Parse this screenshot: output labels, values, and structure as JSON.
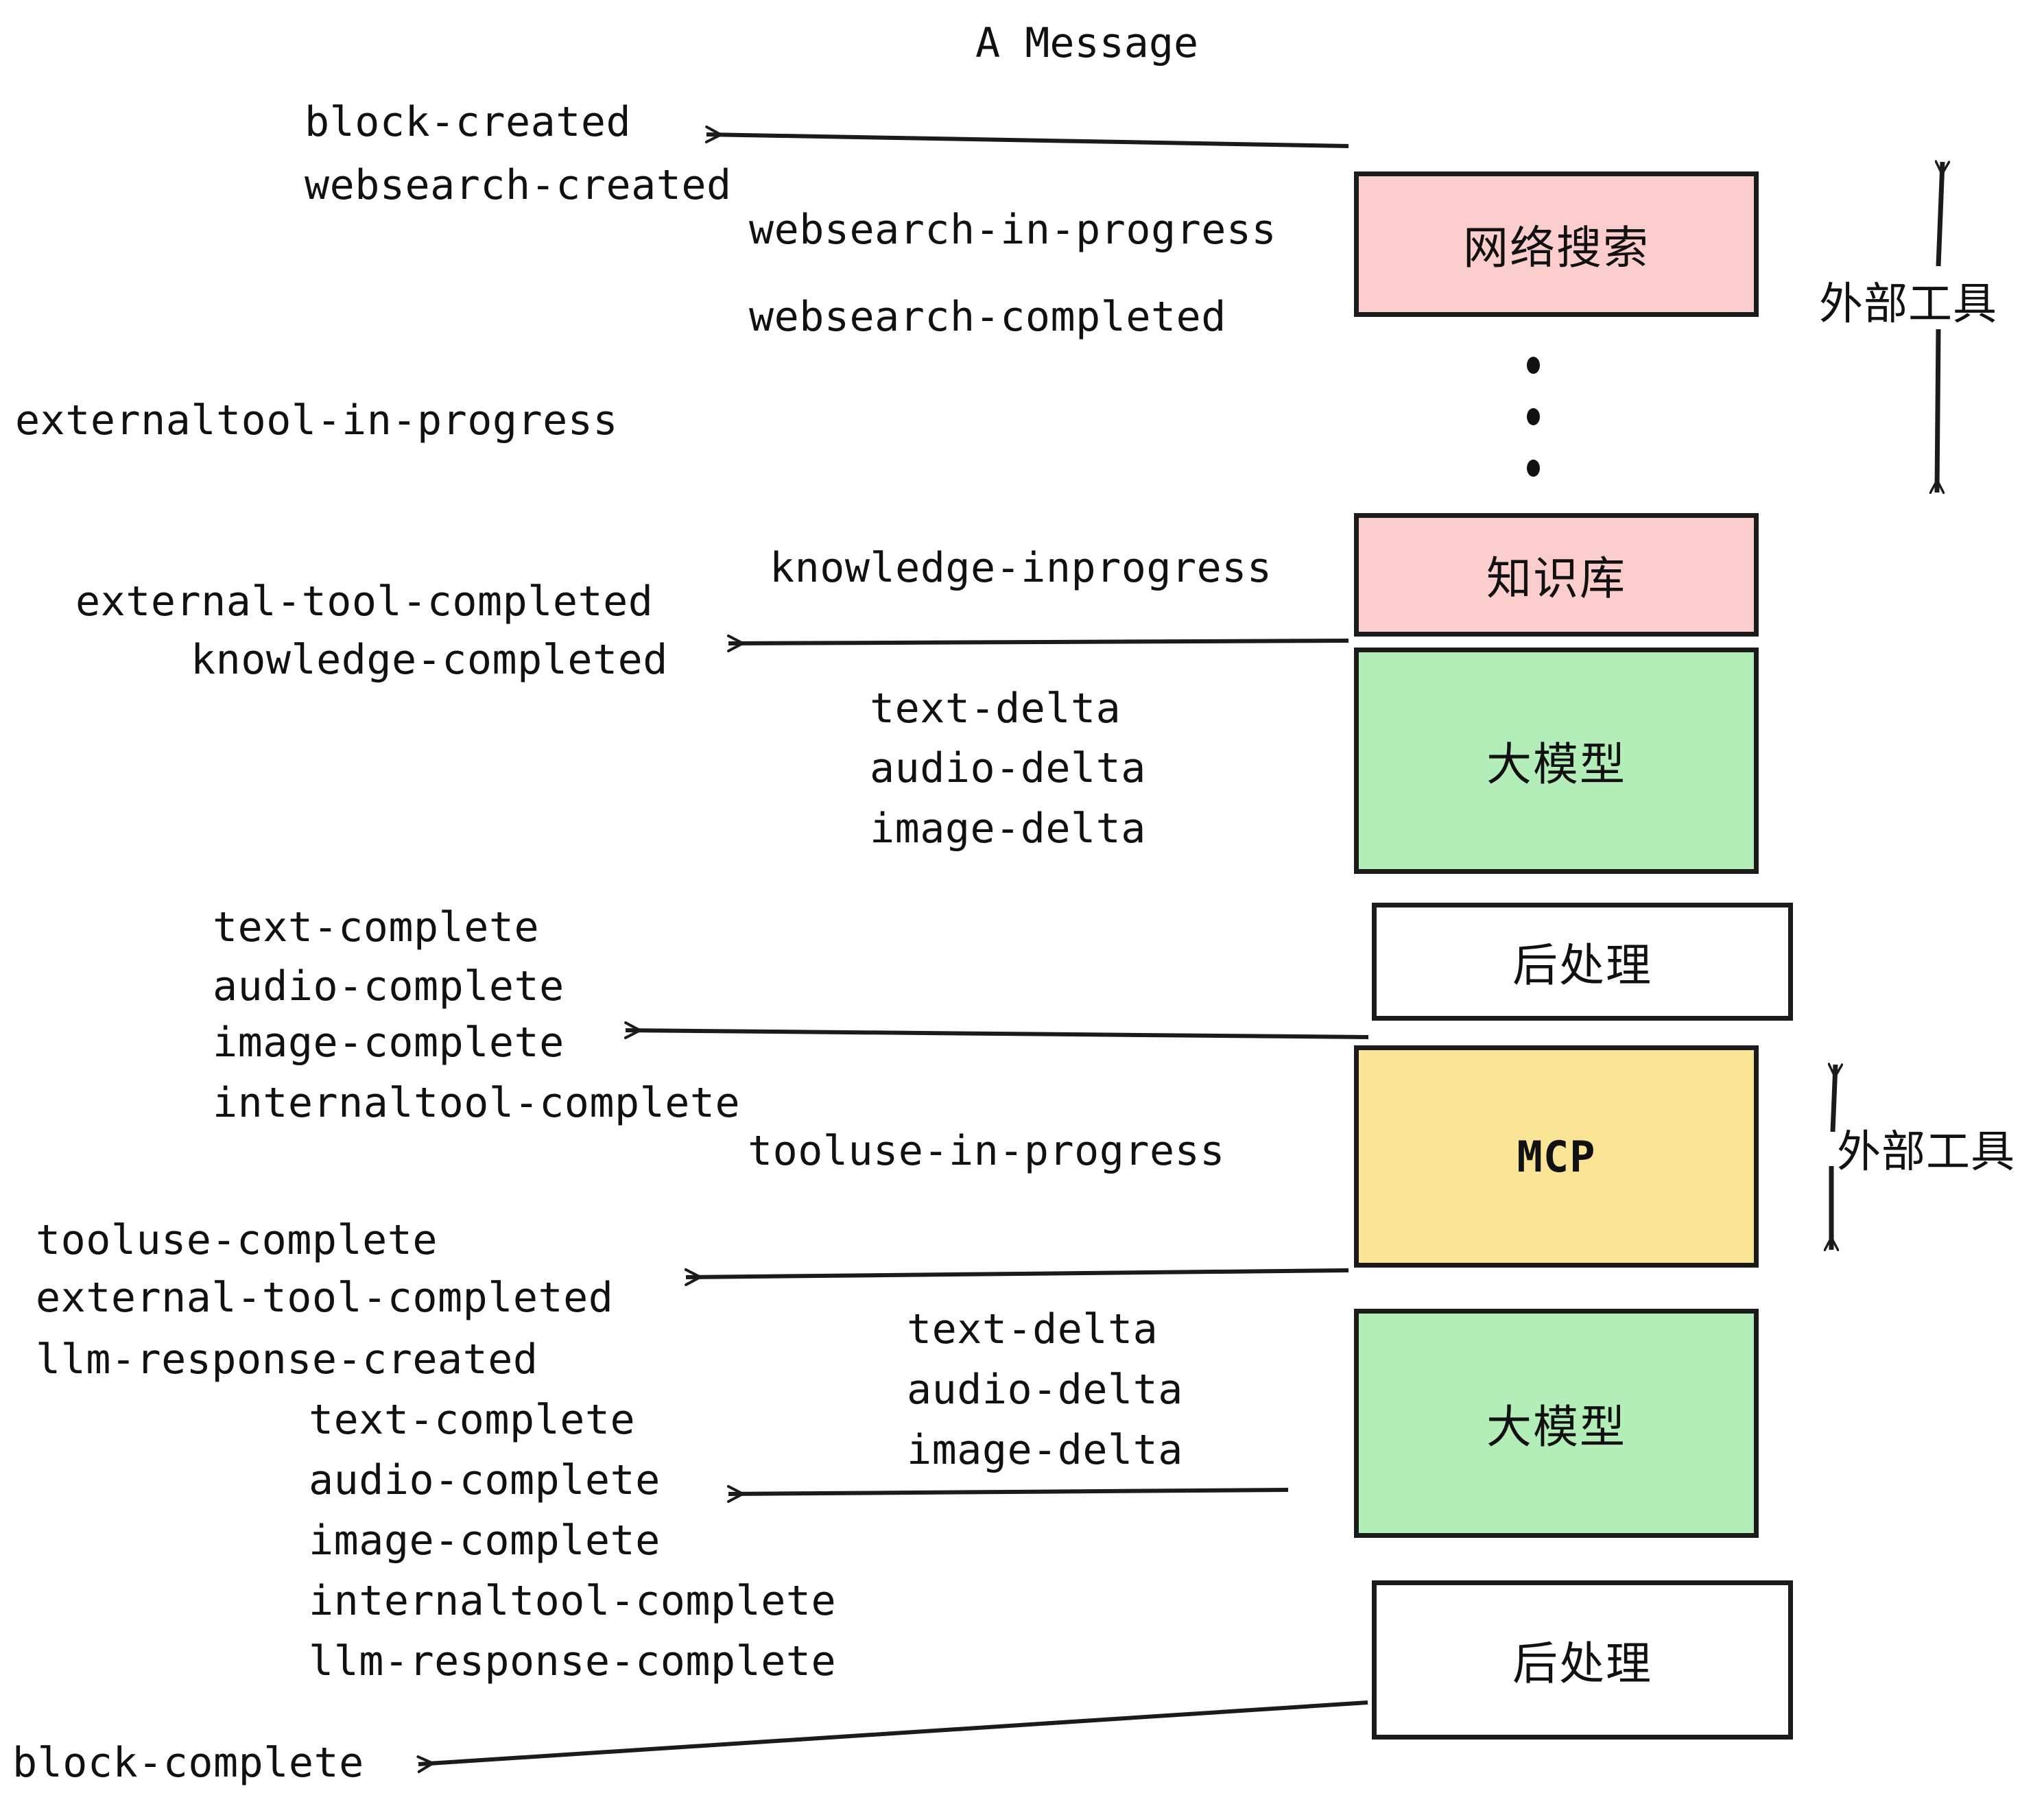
{
  "title": "A Message",
  "nodes": [
    {
      "id": "websearch",
      "label": "网络搜索",
      "color": "#fbcdcd",
      "kind": "cjk"
    },
    {
      "id": "knowledge",
      "label": "知识库",
      "color": "#fbcdcd",
      "kind": "cjk"
    },
    {
      "id": "llm-1",
      "label": "大模型",
      "color": "#b3edb8",
      "kind": "cjk"
    },
    {
      "id": "postprocess-1",
      "label": "后处理",
      "color": "#ffffff",
      "kind": "cjk"
    },
    {
      "id": "mcp",
      "label": "MCP",
      "color": "#fae596",
      "kind": "mono"
    },
    {
      "id": "llm-2",
      "label": "大模型",
      "color": "#b3edb8",
      "kind": "cjk"
    },
    {
      "id": "postprocess-2",
      "label": "后处理",
      "color": "#ffffff",
      "kind": "cjk"
    }
  ],
  "side_labels": [
    {
      "id": "external-tools-top",
      "text": "外部工具"
    },
    {
      "id": "external-tools-bottom",
      "text": "外部工具"
    }
  ],
  "events": [
    {
      "id": "block-created",
      "text": "block-created"
    },
    {
      "id": "websearch-created",
      "text": "websearch-created"
    },
    {
      "id": "websearch-in-progress",
      "text": "websearch-in-progress"
    },
    {
      "id": "websearch-completed",
      "text": "websearch-completed"
    },
    {
      "id": "externaltool-in-progress",
      "text": "externaltool-in-progress"
    },
    {
      "id": "knowledge-inprogress",
      "text": "knowledge-inprogress"
    },
    {
      "id": "external-tool-completed-1",
      "text": "external-tool-completed"
    },
    {
      "id": "knowledge-completed",
      "text": "knowledge-completed"
    },
    {
      "id": "text-delta-1",
      "text": "text-delta"
    },
    {
      "id": "audio-delta-1",
      "text": "audio-delta"
    },
    {
      "id": "image-delta-1",
      "text": "image-delta"
    },
    {
      "id": "text-complete-1",
      "text": "text-complete"
    },
    {
      "id": "audio-complete-1",
      "text": "audio-complete"
    },
    {
      "id": "image-complete-1",
      "text": "image-complete"
    },
    {
      "id": "internaltool-complete-1",
      "text": "internaltool-complete"
    },
    {
      "id": "tooluse-in-progress",
      "text": "tooluse-in-progress"
    },
    {
      "id": "tooluse-complete",
      "text": "tooluse-complete"
    },
    {
      "id": "external-tool-completed-2",
      "text": "external-tool-completed"
    },
    {
      "id": "llm-response-created",
      "text": "llm-response-created"
    },
    {
      "id": "text-delta-2",
      "text": "text-delta"
    },
    {
      "id": "audio-delta-2",
      "text": "audio-delta"
    },
    {
      "id": "image-delta-2",
      "text": "image-delta"
    },
    {
      "id": "text-complete-2",
      "text": "text-complete"
    },
    {
      "id": "audio-complete-2",
      "text": "audio-complete"
    },
    {
      "id": "image-complete-2",
      "text": "image-complete"
    },
    {
      "id": "internaltool-complete-2",
      "text": "internaltool-complete"
    },
    {
      "id": "llm-response-complete",
      "text": "llm-response-complete"
    },
    {
      "id": "block-complete",
      "text": "block-complete"
    }
  ],
  "colors": {
    "pink": "#fbcdcd",
    "green": "#b3edb8",
    "yellow": "#fae596",
    "white": "#ffffff",
    "stroke": "#1b1b1b",
    "text": "#111111",
    "background": "#ffffff"
  },
  "ellipsis": {
    "id": "vertical-ellipsis",
    "dots": 3
  }
}
